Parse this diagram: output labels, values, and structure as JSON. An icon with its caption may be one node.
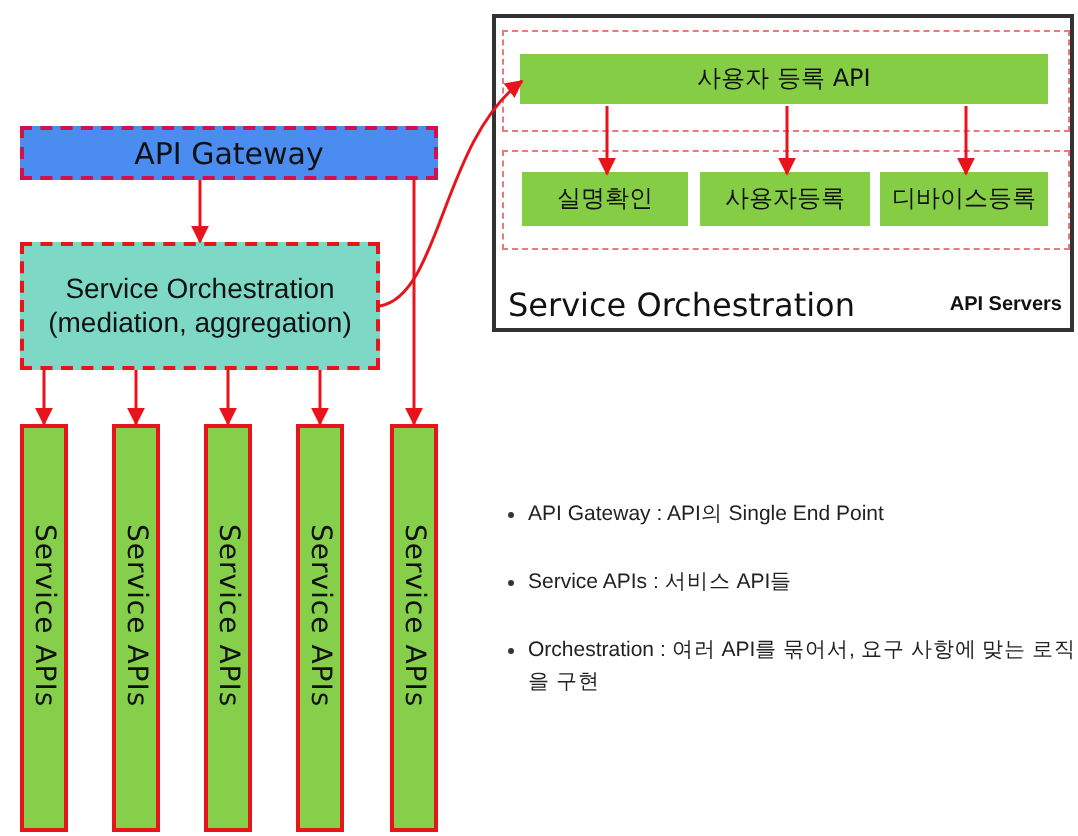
{
  "diagram": {
    "nodes": [
      {
        "text": [
          "API Gateway"
        ]
      },
      {
        "text": [
          "Service Orchestration (mediation, aggregation)"
        ]
      },
      {
        "text": [
          "Service APIs"
        ]
      },
      {
        "text": [
          "Service APIs"
        ]
      },
      {
        "text": [
          "Service APIs"
        ]
      },
      {
        "text": [
          "Service APIs"
        ]
      },
      {
        "text": [
          "Service APIs"
        ]
      },
      {
        "text": [
          "Service Orchestration",
          "API Servers"
        ]
      },
      {
        "text": [],
        "shape": "box",
        "in": 7
      },
      {
        "text": [
          "사용자 등록 API"
        ],
        "in": 8
      },
      {
        "text": [],
        "shape": "box",
        "in": 7
      },
      {
        "text": [
          "실명확인"
        ],
        "in": 10
      },
      {
        "text": [
          "사용자등록"
        ],
        "in": 10
      },
      {
        "text": [
          "디바이스등록"
        ],
        "in": 10
      }
    ],
    "edges": [
      {
        "from": 0,
        "to": 1,
        "arrow": "to"
      },
      {
        "from": 0,
        "to": 6,
        "arrow": "to"
      },
      {
        "from": 1,
        "to": 2,
        "arrow": "to"
      },
      {
        "from": 1,
        "to": 3,
        "arrow": "to"
      },
      {
        "from": 1,
        "to": 4,
        "arrow": "to"
      },
      {
        "from": 1,
        "to": 5,
        "arrow": "to"
      },
      {
        "from": 1,
        "to": 9,
        "arrow": "to"
      },
      {
        "from": 9,
        "to": 11,
        "arrow": "to"
      },
      {
        "from": 9,
        "to": 12,
        "arrow": "to"
      },
      {
        "from": 9,
        "to": 13,
        "arrow": "to"
      }
    ],
    "labels": [
      "API Gateway : API의 Single End Point",
      "Service APIs : 서비스 API들",
      "Orchestration : 여러 API를 묶어서, 요구 사항에 맞는 로직을 구현"
    ]
  }
}
